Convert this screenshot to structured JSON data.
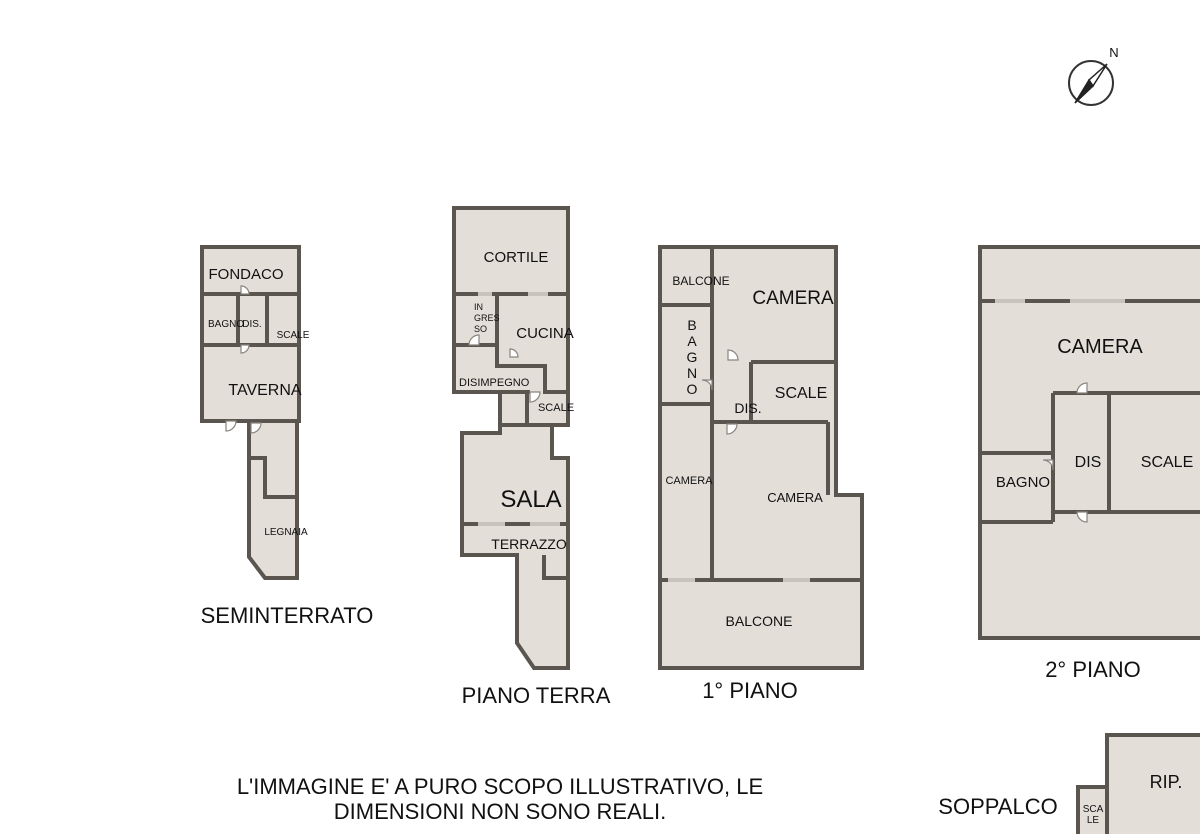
{
  "compass": {
    "north_label": "N"
  },
  "floors": {
    "seminterrato": {
      "label": "SEMINTERRATO",
      "rooms": {
        "fondaco": "FONDACO",
        "bagno": "BAGNO",
        "dis": "DIS.",
        "scale": "SCALE",
        "taverna": "TAVERNA",
        "legnaia": "LEGNAIA"
      }
    },
    "piano_terra": {
      "label": "PIANO TERRA",
      "rooms": {
        "cortile": "CORTILE",
        "ingresso_1": "IN",
        "ingresso_2": "GRES",
        "ingresso_3": "SO",
        "cucina": "CUCINA",
        "disimpegno": "DISIMPEGNO",
        "scale": "SCALE",
        "sala": "SALA",
        "terrazzo": "TERRAZZO"
      }
    },
    "primo_piano": {
      "label": "1° PIANO",
      "rooms": {
        "balcone_top": "BALCONE",
        "camera_main": "CAMERA",
        "bagno_vertical": [
          "B",
          "A",
          "G",
          "N",
          "O"
        ],
        "dis": "DIS.",
        "scale": "SCALE",
        "camera_left": "CAMERA",
        "camera_right": "CAMERA",
        "balcone_bottom": "BALCONE"
      }
    },
    "secondo_piano": {
      "label": "2° PIANO",
      "rooms": {
        "camera": "CAMERA",
        "dis": "DIS",
        "scale": "SCALE",
        "bagno": "BAGNO"
      }
    },
    "soppalco": {
      "label": "SOPPALCO",
      "rooms": {
        "scale_1": "SCA",
        "scale_2": "LE",
        "rip": "RIP."
      }
    }
  },
  "note": {
    "line1": "L'IMMAGINE E' A PURO SCOPO ILLUSTRATIVO, LE",
    "line2": "DIMENSIONI NON SONO REALI."
  }
}
